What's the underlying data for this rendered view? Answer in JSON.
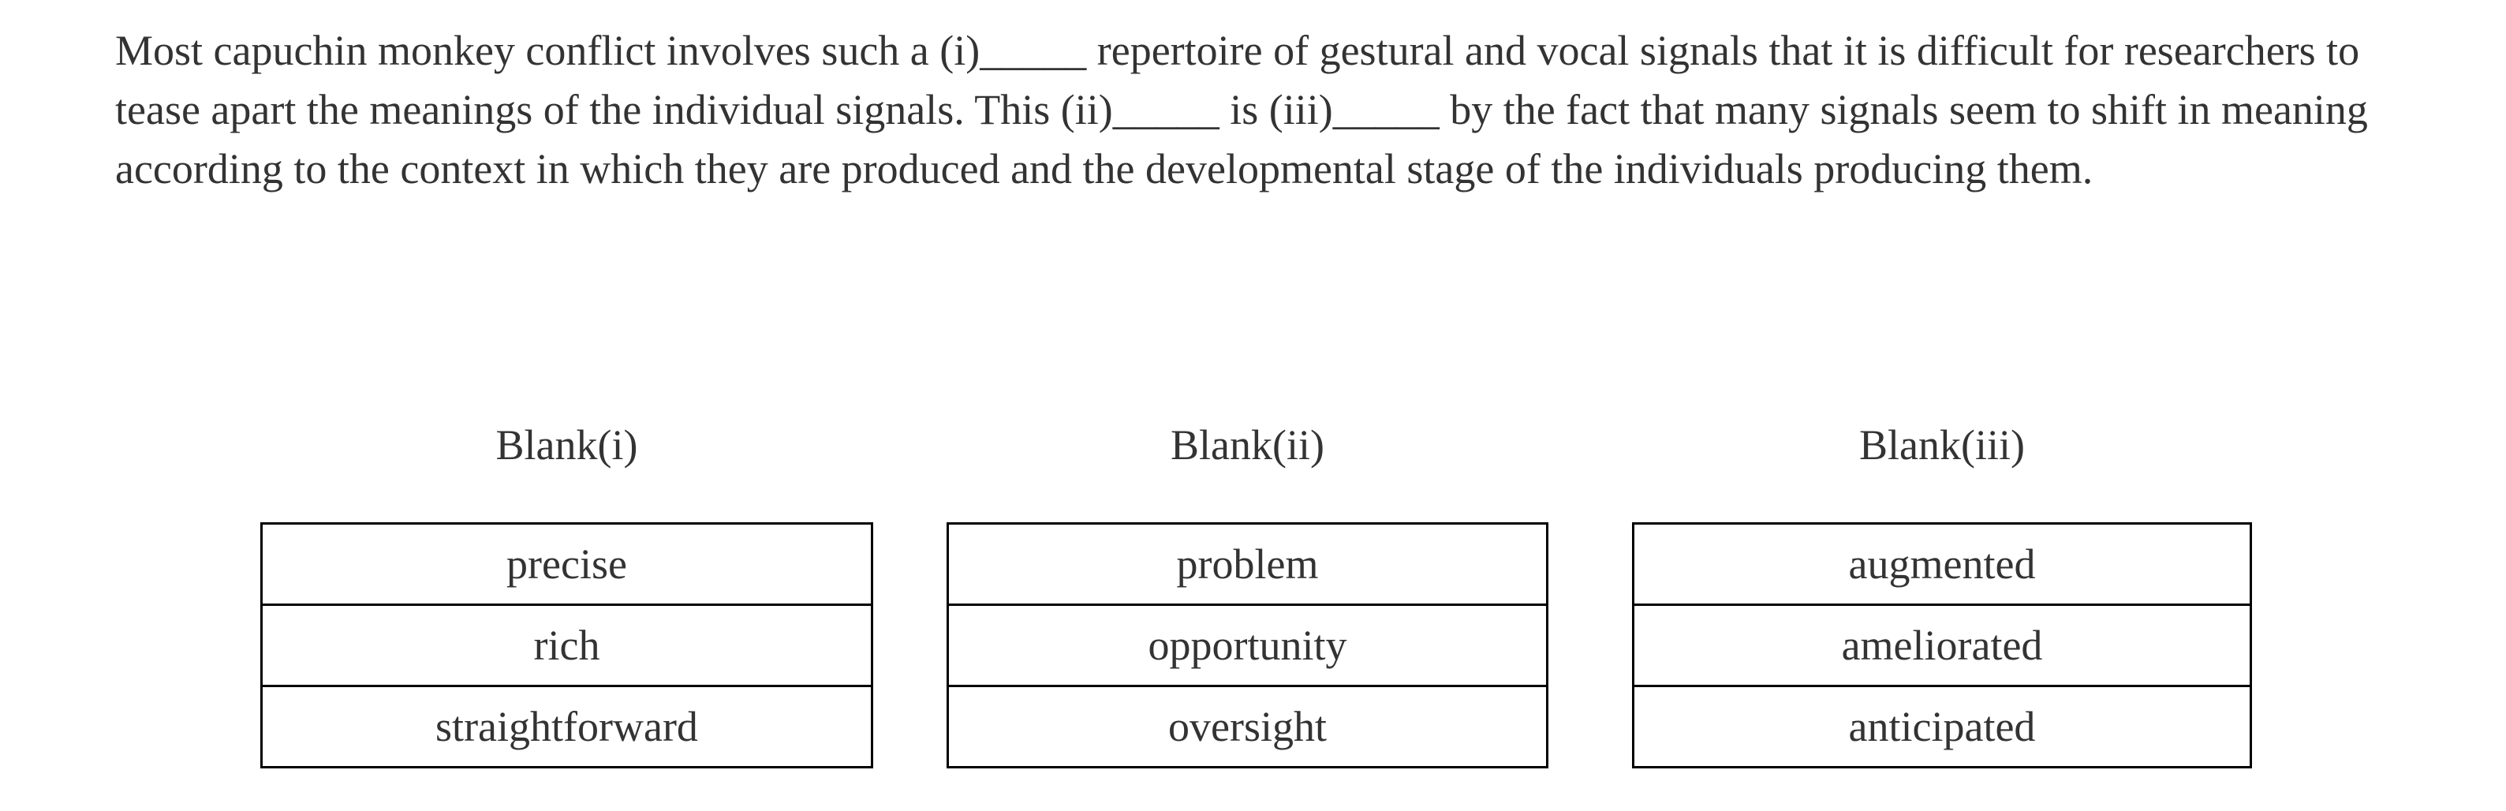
{
  "passage": {
    "lines": [
      "Most capuchin monkey conflict involves such a (i)_____ repertoire of gestural and vocal signals that it is difficult for researchers to",
      "tease apart the meanings of the individual signals. This (ii)_____ is (iii)_____ by the fact that many signals seem to shift in meaning",
      "according to the context in which they are produced and the developmental stage of the individuals producing them."
    ]
  },
  "blanks": [
    {
      "label": "Blank(i)",
      "options": [
        "precise",
        "rich",
        "straightforward"
      ]
    },
    {
      "label": "Blank(ii)",
      "options": [
        "problem",
        "opportunity",
        "oversight"
      ]
    },
    {
      "label": "Blank(iii)",
      "options": [
        "augmented",
        "ameliorated",
        "anticipated"
      ]
    }
  ],
  "colors": {
    "text": "#333333",
    "table_border": "#000000",
    "background": "#ffffff"
  }
}
